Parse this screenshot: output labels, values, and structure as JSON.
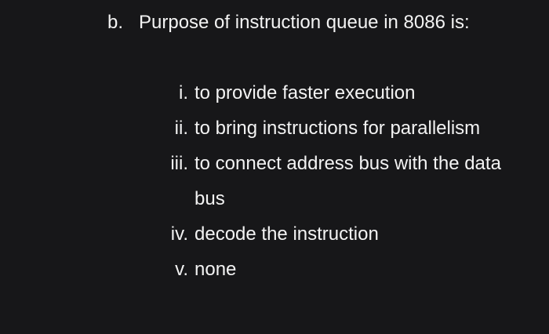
{
  "colors": {
    "background": "#171719",
    "text": "#f3f3f3"
  },
  "question": {
    "marker": "b.",
    "text": "Purpose of instruction queue in 8086 is:"
  },
  "options": [
    {
      "marker": "i.",
      "text": "to provide faster execution"
    },
    {
      "marker": "ii.",
      "text": "to bring instructions for parallelism"
    },
    {
      "marker": "iii.",
      "text": "to connect address bus with the data bus"
    },
    {
      "marker": "iv.",
      "text": "decode the instruction"
    },
    {
      "marker": "v.",
      "text": "none"
    }
  ]
}
